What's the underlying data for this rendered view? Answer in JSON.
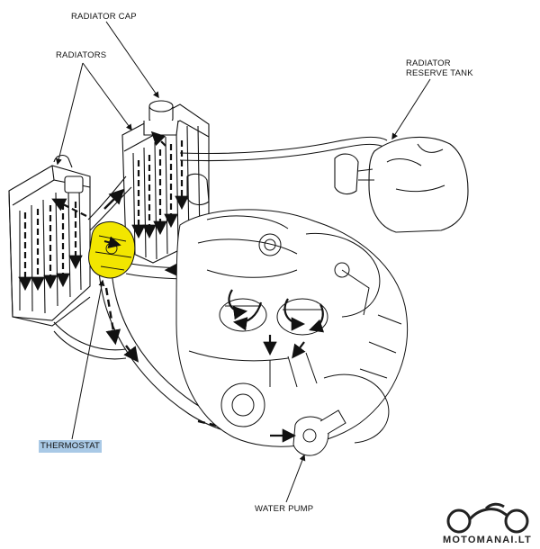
{
  "labels": {
    "radiator_cap": "RADIATOR CAP",
    "radiators": "RADIATORS",
    "reserve_tank_line1": "RADIATOR",
    "reserve_tank_line2": "RESERVE TANK",
    "thermostat": "THERMOSTAT",
    "water_pump": "WATER PUMP"
  },
  "watermark": {
    "text": "MOTOMANAI.LT"
  },
  "colors": {
    "highlight": "#f2e600",
    "label_highlight": "#a9c9e6",
    "line": "#111111"
  }
}
